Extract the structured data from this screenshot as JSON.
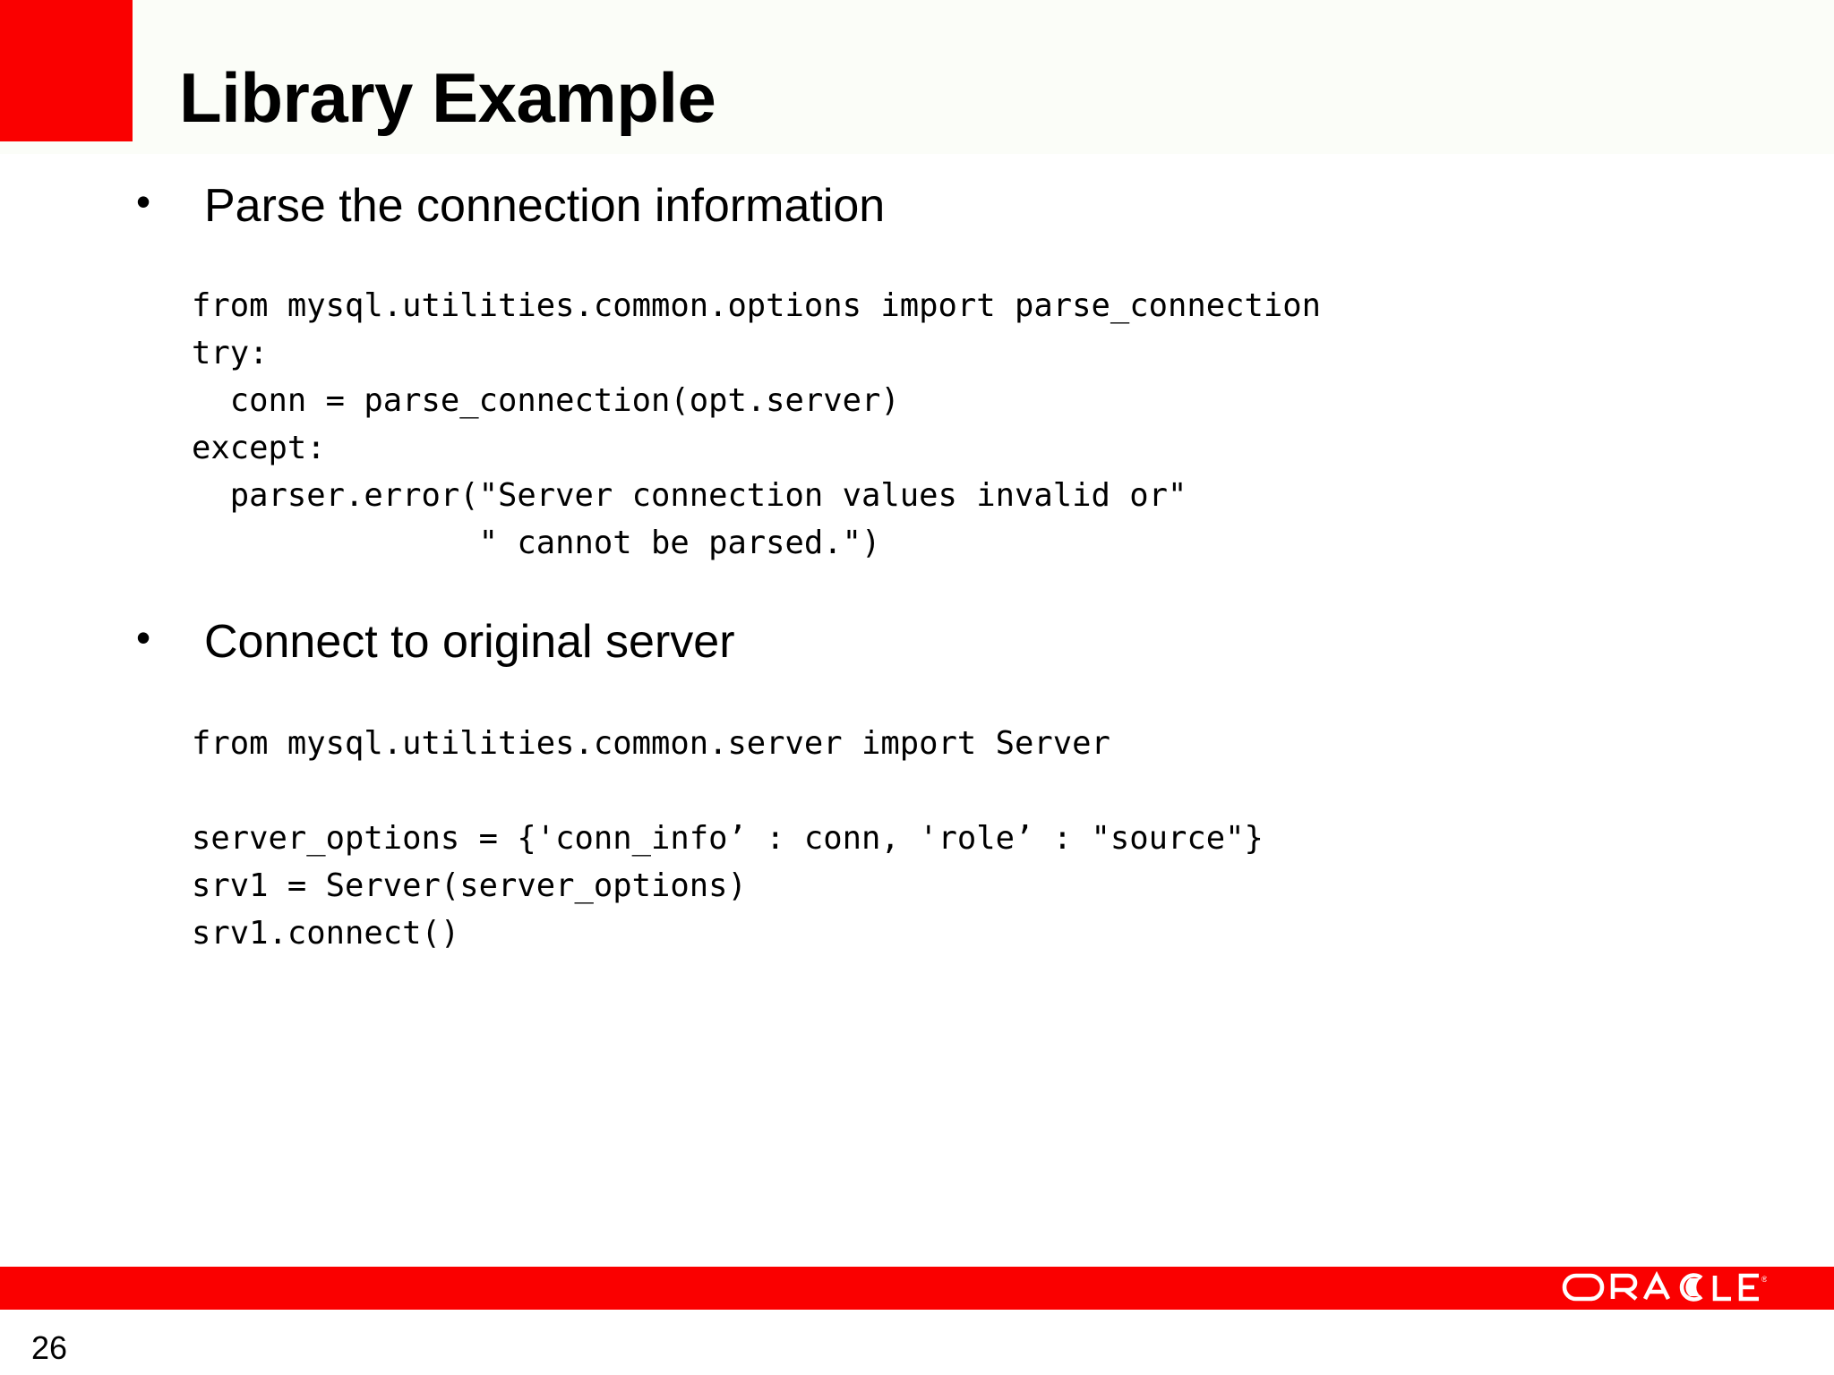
{
  "slide": {
    "title": "Library Example",
    "page_number": "26",
    "accent_color": "#fa0000",
    "footer_bar_color": "#fa0000",
    "background_color": "#ffffff",
    "text_color": "#000000"
  },
  "bullets": [
    {
      "marker": "•",
      "label": "Parse the connection information",
      "code": "from mysql.utilities.common.options import parse_connection\ntry:\n  conn = parse_connection(opt.server)\nexcept:\n  parser.error(\"Server connection values invalid or\"\n               \" cannot be parsed.\")"
    },
    {
      "marker": "•",
      "label": "Connect to original server",
      "code": "from mysql.utilities.common.server import Server\n\nserver_options = {'conn_info’ : conn, 'role’ : \"source\"}\nsrv1 = Server(server_options)\nsrv1.connect()"
    }
  ],
  "footer": {
    "logo_text": "ORACLE",
    "logo_registered_mark": "®"
  }
}
